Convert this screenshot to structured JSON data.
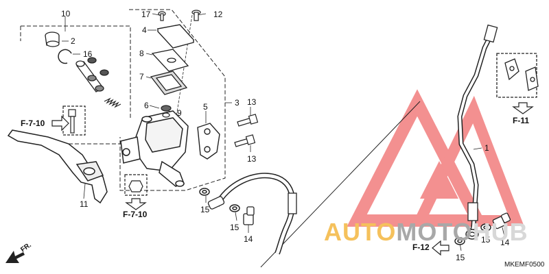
{
  "callouts": [
    {
      "id": "10",
      "text": "10"
    },
    {
      "id": "2",
      "text": "2"
    },
    {
      "id": "16",
      "text": "16"
    },
    {
      "id": "17",
      "text": "17"
    },
    {
      "id": "12",
      "text": "12"
    },
    {
      "id": "4",
      "text": "4"
    },
    {
      "id": "8",
      "text": "8"
    },
    {
      "id": "7",
      "text": "7"
    },
    {
      "id": "6",
      "text": "6"
    },
    {
      "id": "9",
      "text": "9"
    },
    {
      "id": "3",
      "text": "3"
    },
    {
      "id": "5",
      "text": "5"
    },
    {
      "id": "13a",
      "text": "13"
    },
    {
      "id": "13b",
      "text": "13"
    },
    {
      "id": "11",
      "text": "11"
    },
    {
      "id": "15a",
      "text": "15"
    },
    {
      "id": "15b",
      "text": "15"
    },
    {
      "id": "14a",
      "text": "14"
    },
    {
      "id": "1",
      "text": "1"
    },
    {
      "id": "15c",
      "text": "15"
    },
    {
      "id": "15d",
      "text": "15"
    },
    {
      "id": "14b",
      "text": "14"
    }
  ],
  "references": {
    "f710_left": "F-7-10",
    "f710_bottom": "F-7-10",
    "f11": "F-11",
    "f12": "F-12"
  },
  "direction": "FR.",
  "diagram_code": "MKEMF0500",
  "watermark": {
    "part1": "AUTO",
    "part2": "MOTO",
    "part3": "HUB"
  }
}
